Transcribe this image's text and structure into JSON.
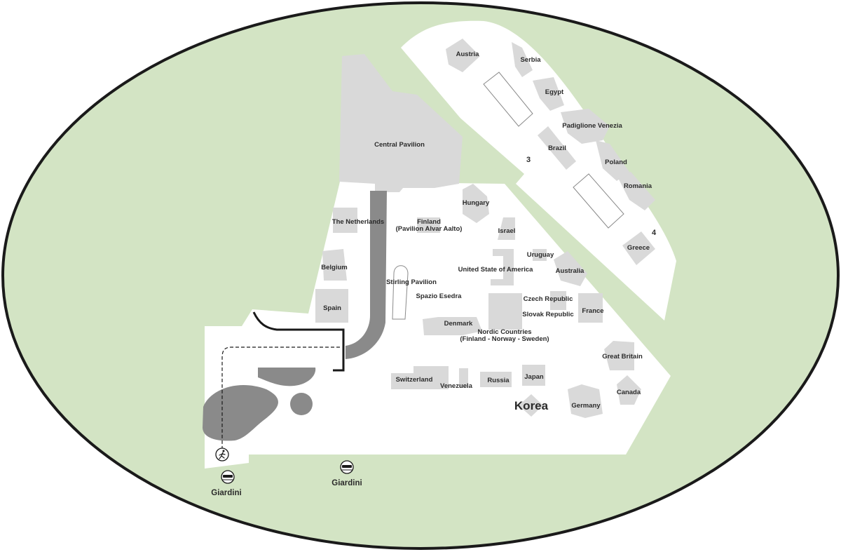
{
  "colors": {
    "park": "#d3e4c4",
    "ground": "#ffffff",
    "building": "#d9d9d9",
    "path": "#8a8a8a",
    "outline": "#2b2b2b",
    "pond": "#8a8a8a"
  },
  "pavilions": {
    "austria": "Austria",
    "serbia": "Serbia",
    "egypt": "Egypt",
    "padiglione_venezia": "Padiglione Venezia",
    "brazil": "Brazil",
    "poland": "Poland",
    "romania": "Romania",
    "greece": "Greece",
    "central": "Central Pavilion",
    "hungary": "Hungary",
    "netherlands": "The Netherlands",
    "finland_1": "Finland",
    "finland_2": "(Pavilion Alvar Aalto)",
    "israel": "Israel",
    "uruguay": "Uruguay",
    "usa": "United State of America",
    "australia": "Australia",
    "belgium": "Belgium",
    "stirling": "Stirling Pavilion",
    "spazio": "Spazio Esedra",
    "czech": "Czech Republic",
    "slovak": "Slovak Republic",
    "france": "France",
    "spain": "Spain",
    "denmark": "Denmark",
    "nordic_1": "Nordic Countries",
    "nordic_2": "(Finland - Norway - Sweden)",
    "great_britain": "Great Britain",
    "switzerland": "Switzerland",
    "venezuela": "Venezuela",
    "russia": "Russia",
    "japan": "Japan",
    "korea": "Korea",
    "germany": "Germany",
    "canada": "Canada"
  },
  "markers": {
    "gate_3": "3",
    "gate_4": "4"
  },
  "stops": {
    "stop_left": "Giardini",
    "stop_right": "Giardini"
  },
  "icons": {
    "walk": "pedestrian-icon",
    "boat": "waterbus-icon"
  }
}
